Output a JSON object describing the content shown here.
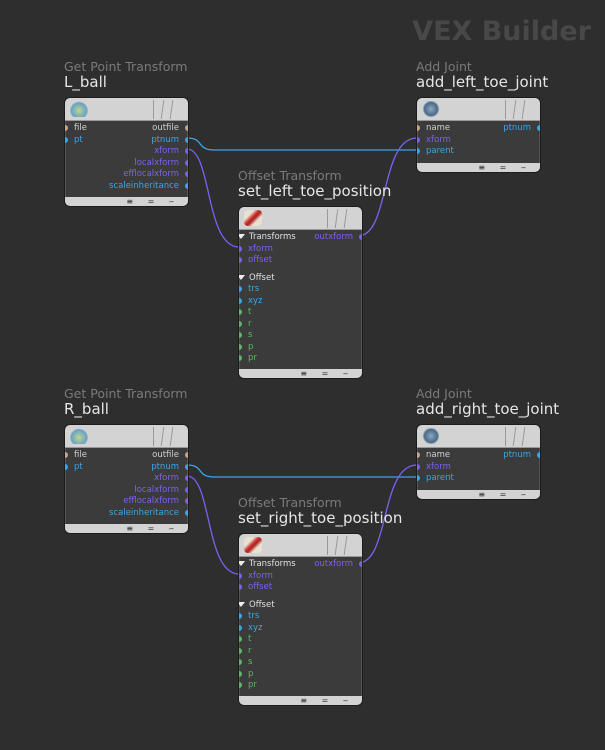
{
  "context_label": "VEX Builder",
  "colors": {
    "file": "#c9a586",
    "int": "#3aa6e8",
    "matrix": "#7d60f0",
    "vector": "#5bb86a",
    "background": "#2e2e2e"
  },
  "nodes": [
    {
      "type": "Get Point Transform",
      "name": "L_ball",
      "icon": "get-point-transform-icon",
      "inputs": [
        {
          "label": "file",
          "kind": "file"
        },
        {
          "label": "pt",
          "kind": "int"
        }
      ],
      "outputs": [
        {
          "label": "outfile",
          "kind": "file"
        },
        {
          "label": "ptnum",
          "kind": "int"
        },
        {
          "label": "xform",
          "kind": "matrix"
        },
        {
          "label": "localxform",
          "kind": "matrix"
        },
        {
          "label": "efflocalxform",
          "kind": "matrix"
        },
        {
          "label": "scaleinheritance",
          "kind": "int"
        }
      ],
      "footer": "≡ = ‒"
    },
    {
      "type": "Add Joint",
      "name": "add_left_toe_joint",
      "icon": "add-joint-icon",
      "inputs": [
        {
          "label": "name",
          "kind": "file"
        },
        {
          "label": "xform",
          "kind": "matrix"
        },
        {
          "label": "parent",
          "kind": "int"
        }
      ],
      "outputs": [
        {
          "label": "ptnum",
          "kind": "int"
        }
      ],
      "footer": "≡ = ‒"
    },
    {
      "type": "Offset Transform",
      "name": "set_left_toe_position",
      "icon": "offset-transform-icon",
      "groups": [
        {
          "label": "Transforms",
          "inputs": [
            {
              "label": "xform",
              "kind": "matrix"
            },
            {
              "label": "offset",
              "kind": "matrix"
            }
          ]
        },
        {
          "label": "Offset",
          "inputs": [
            {
              "label": "trs",
              "kind": "int"
            },
            {
              "label": "xyz",
              "kind": "int"
            },
            {
              "label": "t",
              "kind": "vector"
            },
            {
              "label": "r",
              "kind": "vector"
            },
            {
              "label": "s",
              "kind": "vector"
            },
            {
              "label": "p",
              "kind": "vector"
            },
            {
              "label": "pr",
              "kind": "vector"
            }
          ]
        }
      ],
      "outputs": [
        {
          "label": "outxform",
          "kind": "matrix"
        }
      ],
      "footer": "≡ = ‒"
    },
    {
      "type": "Get Point Transform",
      "name": "R_ball",
      "icon": "get-point-transform-icon",
      "inputs": [
        {
          "label": "file",
          "kind": "file"
        },
        {
          "label": "pt",
          "kind": "int"
        }
      ],
      "outputs": [
        {
          "label": "outfile",
          "kind": "file"
        },
        {
          "label": "ptnum",
          "kind": "int"
        },
        {
          "label": "xform",
          "kind": "matrix"
        },
        {
          "label": "localxform",
          "kind": "matrix"
        },
        {
          "label": "efflocalxform",
          "kind": "matrix"
        },
        {
          "label": "scaleinheritance",
          "kind": "int"
        }
      ],
      "footer": "≡ = ‒"
    },
    {
      "type": "Add Joint",
      "name": "add_right_toe_joint",
      "icon": "add-joint-icon",
      "inputs": [
        {
          "label": "name",
          "kind": "file"
        },
        {
          "label": "xform",
          "kind": "matrix"
        },
        {
          "label": "parent",
          "kind": "int"
        }
      ],
      "outputs": [
        {
          "label": "ptnum",
          "kind": "int"
        }
      ],
      "footer": "≡ = ‒"
    },
    {
      "type": "Offset Transform",
      "name": "set_right_toe_position",
      "icon": "offset-transform-icon",
      "groups": [
        {
          "label": "Transforms",
          "inputs": [
            {
              "label": "xform",
              "kind": "matrix"
            },
            {
              "label": "offset",
              "kind": "matrix"
            }
          ]
        },
        {
          "label": "Offset",
          "inputs": [
            {
              "label": "trs",
              "kind": "int"
            },
            {
              "label": "xyz",
              "kind": "int"
            },
            {
              "label": "t",
              "kind": "vector"
            },
            {
              "label": "r",
              "kind": "vector"
            },
            {
              "label": "s",
              "kind": "vector"
            },
            {
              "label": "p",
              "kind": "vector"
            },
            {
              "label": "pr",
              "kind": "vector"
            }
          ]
        }
      ],
      "outputs": [
        {
          "label": "outxform",
          "kind": "matrix"
        }
      ],
      "footer": "≡ = ‒"
    }
  ]
}
